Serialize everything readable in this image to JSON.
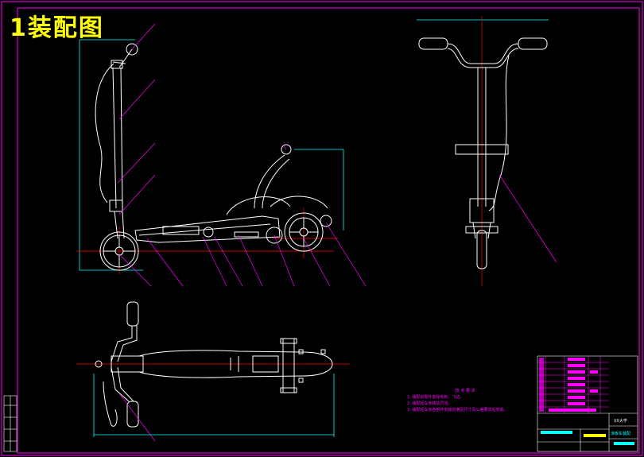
{
  "drawing": {
    "title": "1装配图",
    "notes": {
      "heading": "技 术 要 求",
      "lines": [
        "1. 装配前零件去除毛刺、飞边。",
        "2. 装配后车身转动灵活。",
        "3. 装配后车身各部件安装应满足尺寸及公差要求后安装。"
      ]
    },
    "title_block": {
      "org": "XX大学",
      "name": "滑板车装配"
    },
    "colors": {
      "border": "#ff00ff",
      "outline": "#ffffff",
      "centerline": "#ff0000",
      "leader": "#ff00ff",
      "dimension": "#00ffff",
      "title": "#ffff00"
    }
  }
}
